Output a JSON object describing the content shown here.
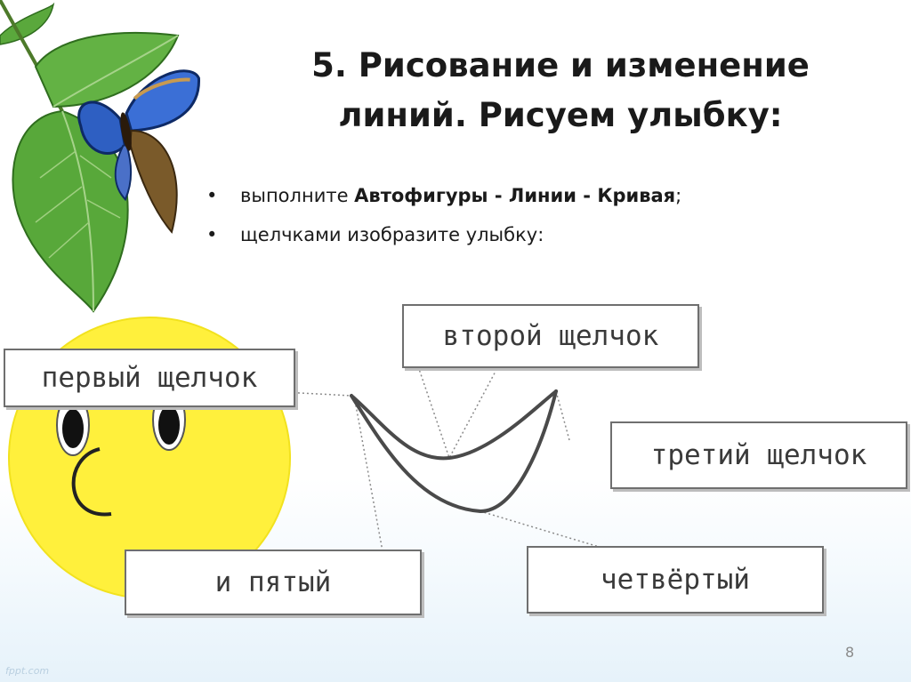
{
  "slide": {
    "title_line1": "5. Рисование и изменение",
    "title_line2": "линий. Рисуем улыбку:",
    "bullets": [
      {
        "marker": "•",
        "pre": "выполните ",
        "bold": "Автофигуры - Линии -   Кривая",
        "post": ";"
      },
      {
        "marker": "•",
        "pre": "щелчками изобразите улыбку:",
        "bold": "",
        "post": ""
      }
    ],
    "callouts": {
      "first": "первый щелчок",
      "second": "второй щелчок",
      "third": "третий щелчок",
      "fourth": "четвёртый",
      "fifth": "и пятый"
    },
    "page_number": "8",
    "watermark": "fppt.com"
  },
  "colors": {
    "face_yellow": "#fff03c",
    "leaf_green": "#58a83a",
    "butterfly_blue": "#2e5fc2",
    "curve": "#4a4a4a"
  },
  "icons": [
    "leaf-icon",
    "butterfly-icon",
    "smiley-face-icon"
  ]
}
